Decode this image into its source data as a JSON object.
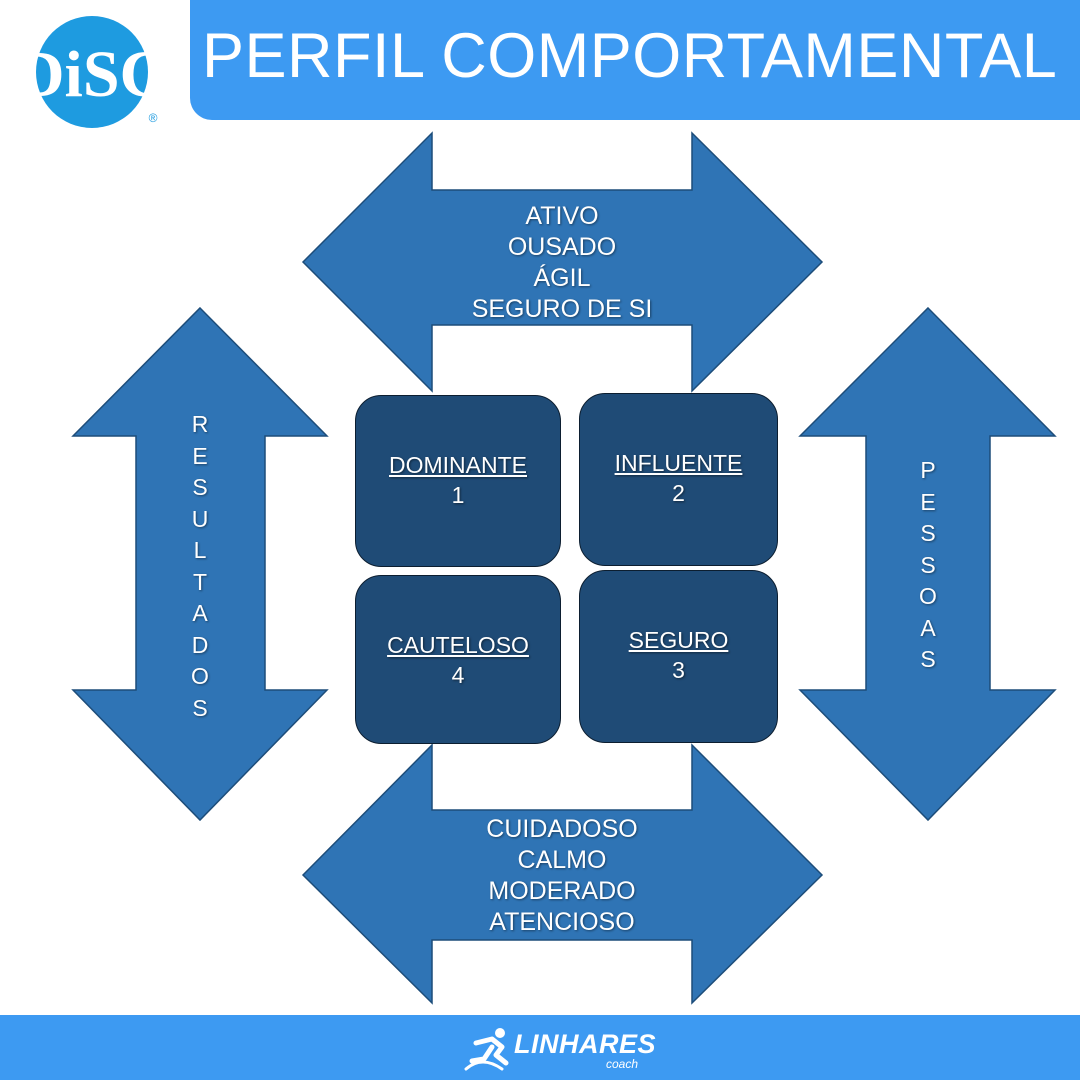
{
  "logo": {
    "text": "DiSC",
    "mark": "®"
  },
  "header": {
    "title": "PERFIL COMPORTAMENTAL"
  },
  "top_arrow": {
    "lines": [
      "ATIVO",
      "OUSADO",
      "ÁGIL",
      "SEGURO DE SI"
    ]
  },
  "bottom_arrow": {
    "lines": [
      "CUIDADOSO",
      "CALMO",
      "MODERADO",
      "ATENCIOSO"
    ]
  },
  "left_arrow": {
    "letters": [
      "R",
      "E",
      "S",
      "U",
      "L",
      "T",
      "A",
      "D",
      "O",
      "S"
    ]
  },
  "right_arrow": {
    "letters": [
      "P",
      "E",
      "S",
      "S",
      "O",
      "A",
      "S"
    ]
  },
  "quadrants": [
    {
      "title": "DOMINANTE",
      "number": "1"
    },
    {
      "title": "INFLUENTE",
      "number": "2"
    },
    {
      "title": "CAUTELOSO",
      "number": "4"
    },
    {
      "title": "SEGURO",
      "number": "3"
    }
  ],
  "footer": {
    "brand": "LINHARES",
    "sub": "coach"
  },
  "colors": {
    "header_bg": "#3d9af2",
    "arrow_fill": "#2f74b5",
    "box_fill": "#1f4b76",
    "logo_blue": "#1e9be0"
  }
}
